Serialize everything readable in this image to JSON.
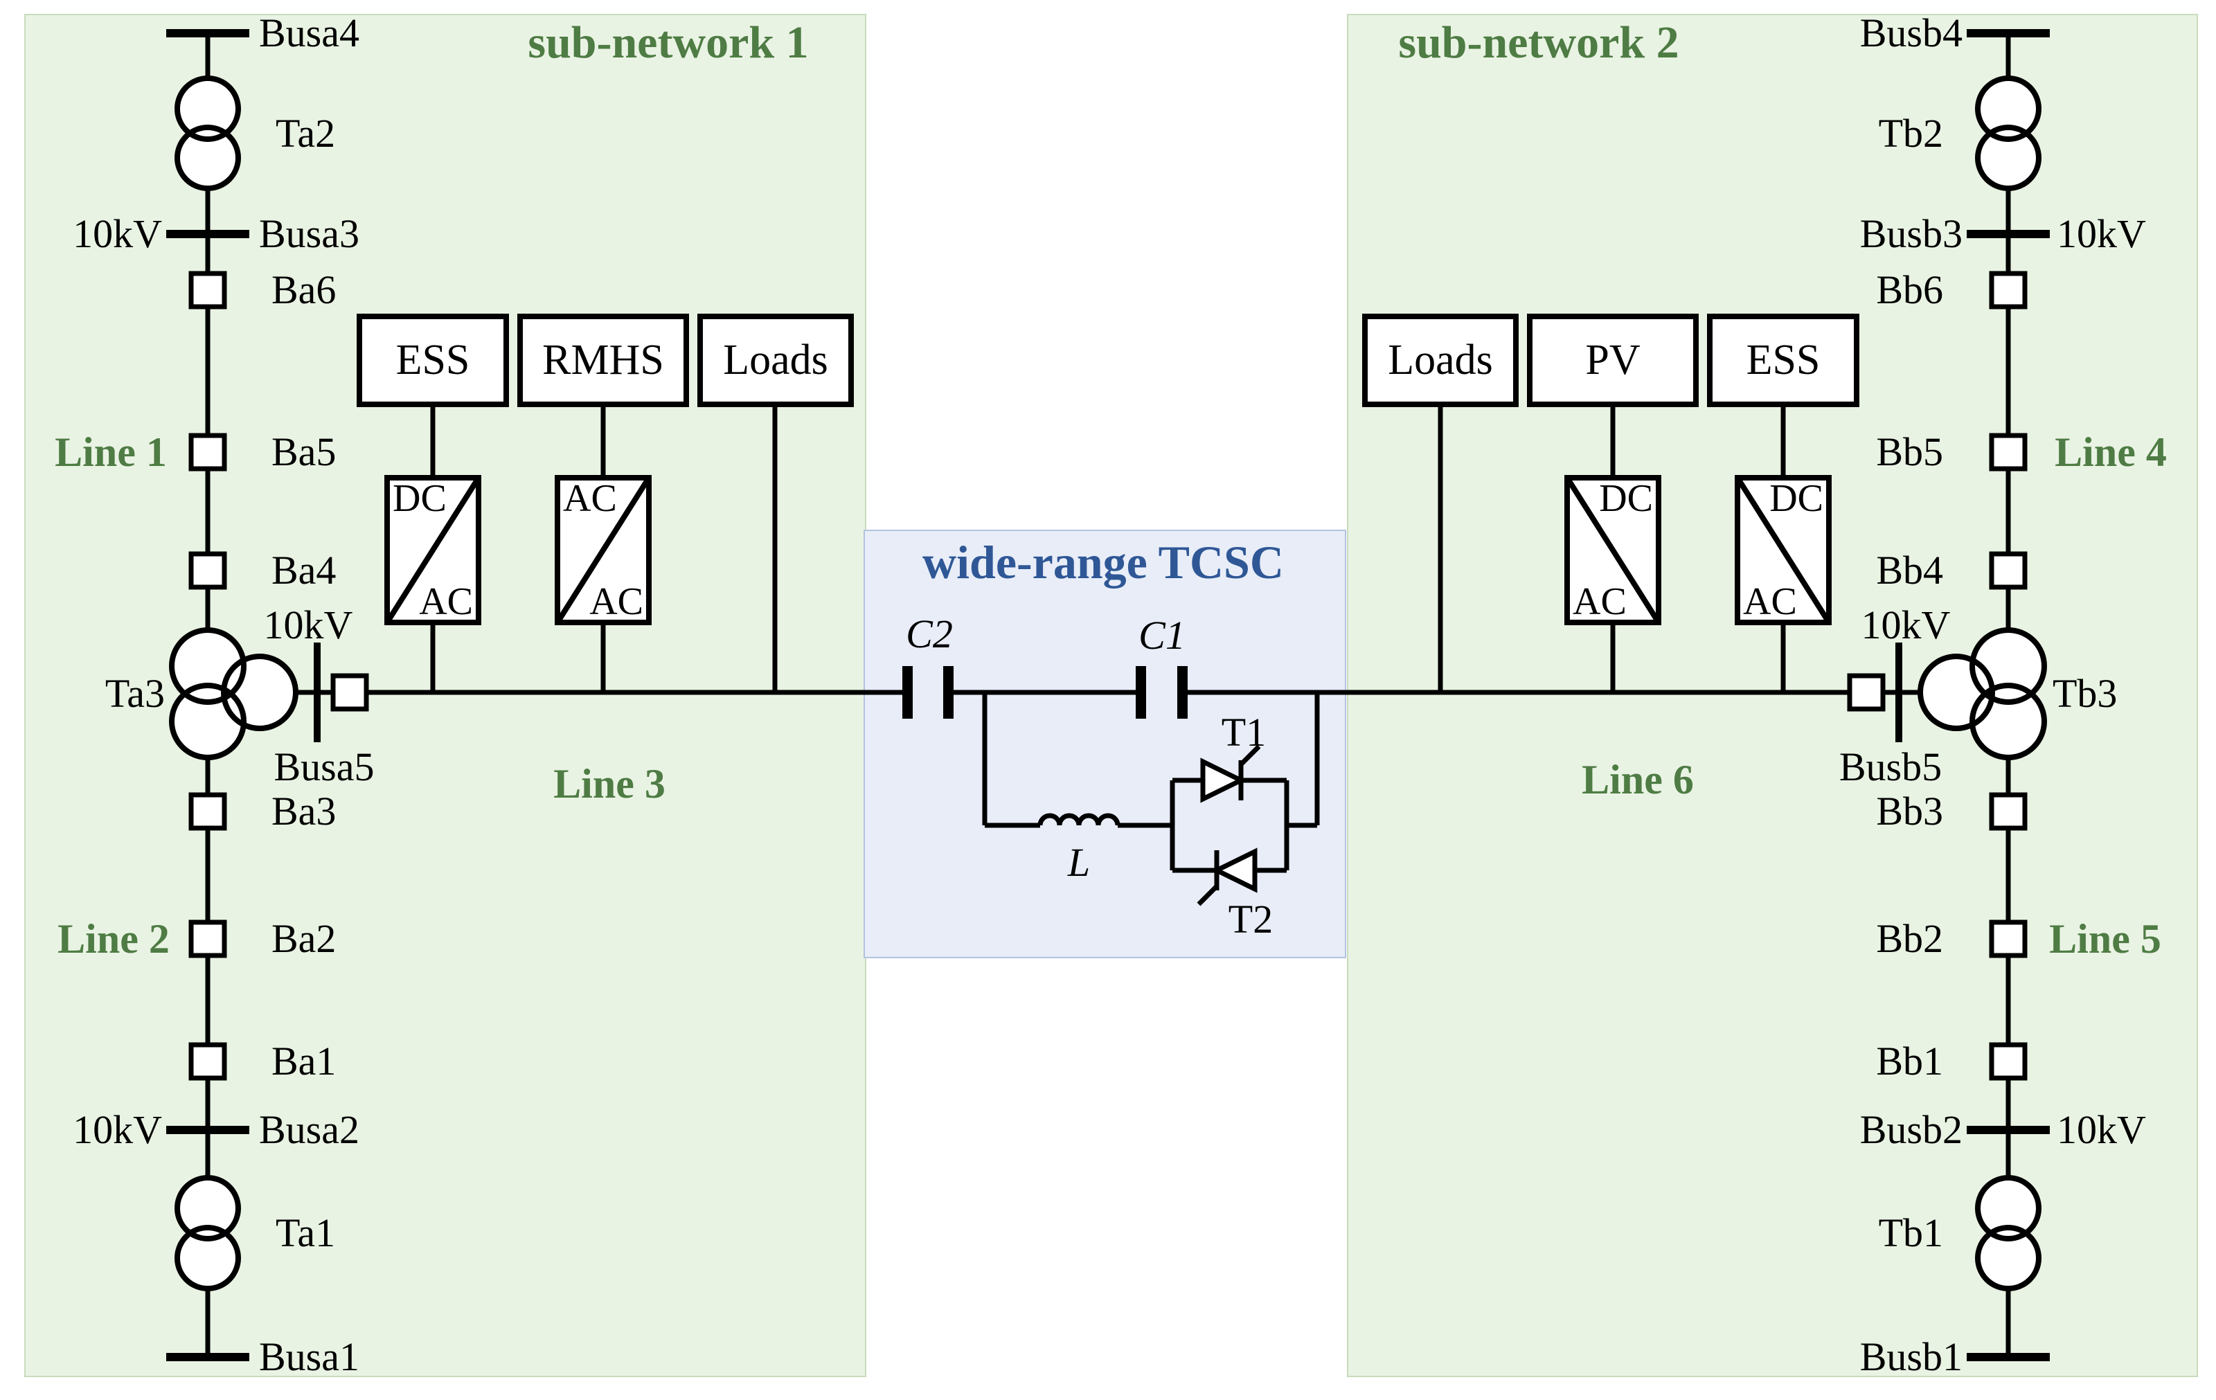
{
  "colors": {
    "subnetwork_bg": "#e9f3e3",
    "subnetwork_border": "#c8dbbd",
    "tcsc_bg": "#e8edf8",
    "tcsc_border": "#b3c3e0",
    "tcsc_title_color": "#2f5796",
    "line_label_color": "#4e7c44",
    "circuit_color": "#000000"
  },
  "subnetwork1": {
    "title": "sub-network 1",
    "voltage_label": "10kV",
    "buses": {
      "busa1": "Busa1",
      "busa2": "Busa2",
      "busa3": "Busa3",
      "busa4": "Busa4",
      "busa5": "Busa5"
    },
    "transformers": {
      "ta1": "Ta1",
      "ta2": "Ta2",
      "ta3": "Ta3"
    },
    "breakers": {
      "ba1": "Ba1",
      "ba2": "Ba2",
      "ba3": "Ba3",
      "ba4": "Ba4",
      "ba5": "Ba5",
      "ba6": "Ba6"
    },
    "lines": {
      "line1": "Line 1",
      "line2": "Line 2",
      "line3": "Line 3"
    },
    "units": {
      "ess": "ESS",
      "rmhs": "RMHS",
      "loads": "Loads"
    },
    "converters": {
      "ess_converter": {
        "top": "DC",
        "bottom": "AC"
      },
      "rmhs_converter": {
        "top": "AC",
        "bottom": "AC"
      }
    }
  },
  "tcsc": {
    "title": "wide-range TCSC",
    "capacitor1": "C1",
    "capacitor2": "C2",
    "inductor": "L",
    "thyristor1": "T1",
    "thyristor2": "T2"
  },
  "subnetwork2": {
    "title": "sub-network 2",
    "voltage_label": "10kV",
    "buses": {
      "busb1": "Busb1",
      "busb2": "Busb2",
      "busb3": "Busb3",
      "busb4": "Busb4",
      "busb5": "Busb5"
    },
    "transformers": {
      "tb1": "Tb1",
      "tb2": "Tb2",
      "tb3": "Tb3"
    },
    "breakers": {
      "bb1": "Bb1",
      "bb2": "Bb2",
      "bb3": "Bb3",
      "bb4": "Bb4",
      "bb5": "Bb5",
      "bb6": "Bb6"
    },
    "lines": {
      "line4": "Line 4",
      "line5": "Line 5",
      "line6": "Line 6"
    },
    "units": {
      "loads": "Loads",
      "pv": "PV",
      "ess": "ESS"
    },
    "converters": {
      "pv_converter": {
        "top": "DC",
        "bottom": "AC"
      },
      "ess_converter": {
        "top": "DC",
        "bottom": "AC"
      }
    }
  }
}
